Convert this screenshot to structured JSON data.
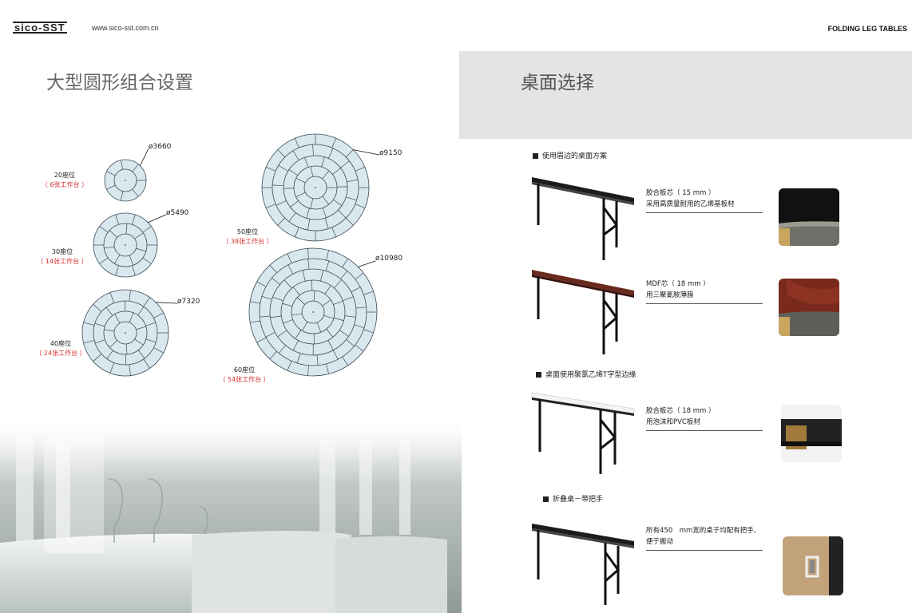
{
  "header": {
    "logo": "sico-SST",
    "url": "www.sico-sst.com.cn",
    "brand_title": "FOLDING LEG TABLES"
  },
  "left": {
    "title": "大型圆形组合设置",
    "configs": [
      {
        "diameter": "ø3660",
        "seats": "20座位",
        "tables": "（ 6张工作台 ）"
      },
      {
        "diameter": "ø5490",
        "seats": "30座位",
        "tables": "（ 14张工作台 ）"
      },
      {
        "diameter": "ø7320",
        "seats": "40座位",
        "tables": "（ 24张工作台 ）"
      },
      {
        "diameter": "ø9150",
        "seats": "50座位",
        "tables": "（ 38张工作台 ）"
      },
      {
        "diameter": "ø10980",
        "seats": "60座位",
        "tables": "（ 54张工作台 ）"
      }
    ]
  },
  "right": {
    "title": "桌面选择",
    "sections": [
      {
        "heading": "使用眉边的桌面方案"
      },
      {
        "heading": "桌面使用聚氯乙烯T字型边缘"
      },
      {
        "heading": "折叠桌－带把手"
      }
    ],
    "options": [
      {
        "line1": "胶合板芯（ 15 mm ）",
        "line2": "采用高质量耐用的乙烯基板材"
      },
      {
        "line1": "MDF芯（ 18 mm ）",
        "line2": "用三聚氰胺薄膜"
      },
      {
        "line1": "胶合板芯（ 18 mm ）",
        "line2": "用泡沫和PVC板材"
      },
      {
        "line1": "所有450　mm宽的桌子均配有把手,",
        "line2": "便于搬动"
      }
    ]
  },
  "colors": {
    "circle_fill": "#d9e8ef",
    "circle_stroke": "#3a4a55",
    "seat_red": "#d8302f",
    "panel_grey": "#e4e4e4"
  }
}
